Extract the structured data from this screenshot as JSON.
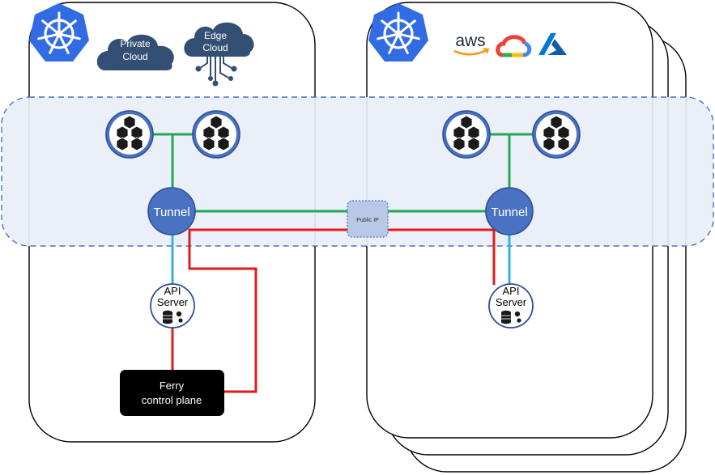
{
  "clouds": {
    "private": [
      "Private",
      "Cloud"
    ],
    "edge": [
      "Edge",
      "Cloud"
    ]
  },
  "providers": {
    "aws": "aws"
  },
  "nodes": {
    "tunnel_left": "Tunnel",
    "tunnel_right": "Tunnel",
    "api_left": [
      "API",
      "Server"
    ],
    "api_right": [
      "API",
      "Server"
    ],
    "public_ip": "Public IP",
    "ferry": [
      "Ferry",
      "control plane"
    ]
  },
  "colors": {
    "green": "#22a855",
    "red": "#e41a1a",
    "blue": "#35b0e4",
    "node_fill": "#4a72c2",
    "node_stroke": "#2d4f98",
    "band_fill": "#e9eef7",
    "band_stroke": "#4a72c2",
    "k8s": "#326ce5",
    "cloud_icon": "#344f74"
  }
}
